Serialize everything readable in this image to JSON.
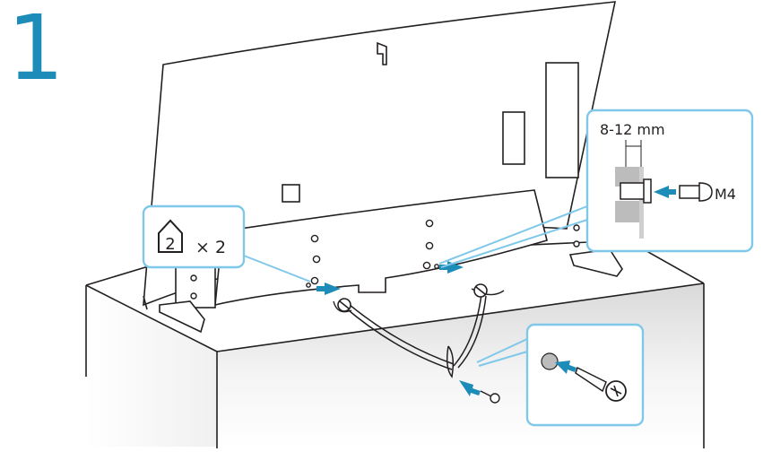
{
  "step": {
    "number": "1"
  },
  "callouts": {
    "part_marker": {
      "part_number": "2",
      "quantity": "× 2"
    },
    "screw_detail": {
      "measurement": "8-12 mm",
      "screw_size": "M4"
    },
    "wall_anchor": {}
  },
  "colors": {
    "accent": "#1e8cb8",
    "callout_border": "#7fc8ea",
    "line": "#231f20",
    "shade": "#c9c9c9"
  }
}
